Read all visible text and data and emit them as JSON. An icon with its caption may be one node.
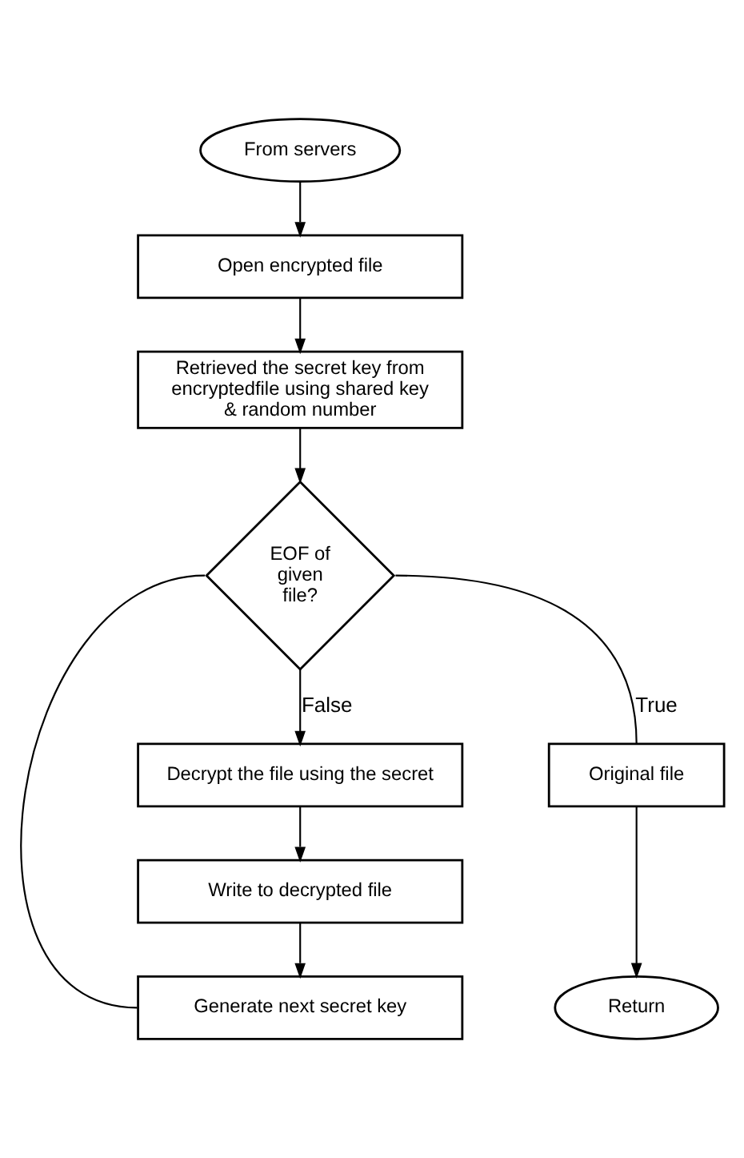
{
  "diagram": {
    "nodes": [
      {
        "text": [
          "From servers"
        ]
      },
      {
        "text": [
          "Open encrypted file"
        ]
      },
      {
        "text": [
          "Retrieved the secret key from encryptedfile using shared key & random number"
        ]
      },
      {
        "text": [
          "EOF of given file?"
        ]
      },
      {
        "text": [
          "Decrypt the file using the secret"
        ]
      },
      {
        "text": [
          "Write to decrypted file"
        ]
      },
      {
        "text": [
          "Generate next secret key"
        ]
      },
      {
        "text": [
          "Original file"
        ]
      },
      {
        "text": [
          "Return"
        ]
      }
    ],
    "edges": [
      {
        "from": 0,
        "to": 1,
        "arrow": "to"
      },
      {
        "from": 1,
        "to": 2,
        "arrow": "to"
      },
      {
        "from": 2,
        "to": 3,
        "arrow": "to"
      },
      {
        "from": 3,
        "to": 4,
        "arrow": "to",
        "label": "False"
      },
      {
        "from": 3,
        "to": 7,
        "arrow": "none",
        "label": "True"
      },
      {
        "from": 7,
        "to": 8,
        "arrow": "to"
      },
      {
        "from": 4,
        "to": 5,
        "arrow": "to"
      },
      {
        "from": 5,
        "to": 6,
        "arrow": "to"
      },
      {
        "from": 6,
        "to": 3,
        "arrow": "none"
      }
    ]
  }
}
